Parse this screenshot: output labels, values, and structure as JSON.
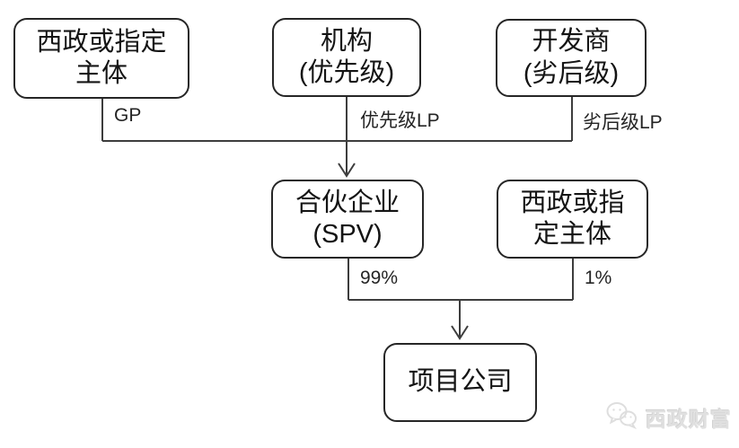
{
  "diagram": {
    "background_color": "#ffffff",
    "line_color": "#3d3d3d",
    "box_border_color": "#262626",
    "nodes": {
      "top_left": {
        "label": "西政或指定\n主体"
      },
      "top_middle": {
        "label": "机构\n(优先级)"
      },
      "top_right": {
        "label": "开发商\n(劣后级)"
      },
      "spv": {
        "label": "合伙企业\n(SPV)"
      },
      "mid_right": {
        "label": "西政或指\n定主体"
      },
      "project": {
        "label": "项目公司"
      }
    },
    "edge_labels": {
      "gp": "GP",
      "senior_lp": "优先级LP",
      "junior_lp": "劣后级LP",
      "pct_99": "99%",
      "pct_1": "1%"
    },
    "watermark": {
      "icon": "wechat-icon",
      "text": "西政财富",
      "color": "#e0e0e0"
    }
  }
}
